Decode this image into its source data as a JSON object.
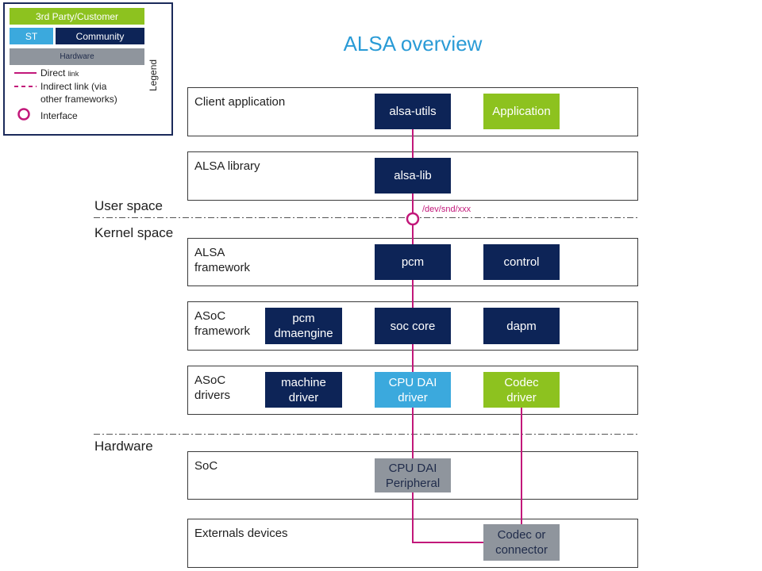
{
  "title": "ALSA overview",
  "legend": {
    "title": "Legend",
    "third_party": "3rd Party/Customer",
    "st": "ST",
    "community": "Community",
    "hardware": "Hardware",
    "direct_link": "Direct",
    "direct_link_small": "link",
    "indirect_link_1": "Indirect link (via",
    "indirect_link_2": "other frameworks)",
    "interface": "Interface"
  },
  "spaces": {
    "user": "User space",
    "kernel": "Kernel space",
    "hardware": "Hardware"
  },
  "interface_label": "/dev/snd/xxx",
  "layers": {
    "client_application": "Client application",
    "alsa_library": "ALSA library",
    "alsa_framework_1": "ALSA",
    "alsa_framework_2": "framework",
    "asoc_framework_1": "ASoC",
    "asoc_framework_2": "framework",
    "asoc_drivers_1": "ASoC",
    "asoc_drivers_2": "drivers",
    "soc": "SoC",
    "external_devices": "Externals  devices"
  },
  "components": {
    "alsa_utils": "alsa-utils",
    "application": "Application",
    "alsa_lib": "alsa-lib",
    "pcm": "pcm",
    "control": "control",
    "pcm_dmaengine_1": "pcm",
    "pcm_dmaengine_2": "dmaengine",
    "soc_core": "soc core",
    "dapm": "dapm",
    "machine_driver_1": "machine",
    "machine_driver_2": "driver",
    "cpu_dai_driver_1": "CPU DAI",
    "cpu_dai_driver_2": "driver",
    "codec_driver_1": "Codec",
    "codec_driver_2": "driver",
    "cpu_dai_peripheral_1": "CPU DAI",
    "cpu_dai_peripheral_2": "Peripheral",
    "codec_connector_1": "Codec or",
    "codec_connector_2": "connector"
  },
  "colors": {
    "third_party": "#8dc21f",
    "st": "#3ba9dd",
    "community": "#0d2457",
    "hardware": "#8f959d",
    "link": "#c2187a",
    "title": "#2a9bd6"
  }
}
